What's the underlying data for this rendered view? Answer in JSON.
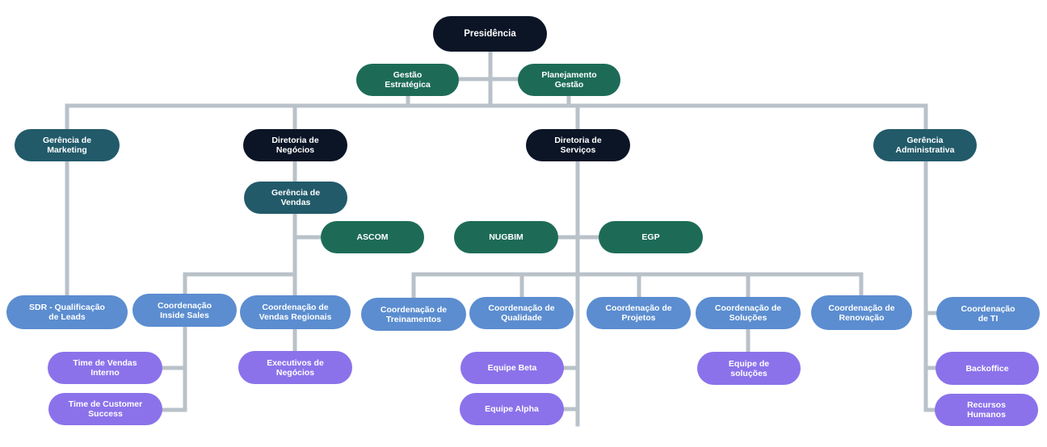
{
  "colors": {
    "connector": "#b9c1c9",
    "navy": "#0b1526",
    "green": "#1d6b57",
    "teal": "#225a6a",
    "blue": "#5b8dd0",
    "purple": "#8b72ea"
  },
  "nodes": {
    "presidencia": "Presidência",
    "gestao_estrategica": "Gestão\nEstratégica",
    "planejamento_gestao": "Planejamento\nGestão",
    "gerencia_marketing": "Gerência de\nMarketing",
    "diretoria_negocios": "Diretoria de\nNegócios",
    "diretoria_servicos": "Diretoria de\nServiços",
    "gerencia_administrativa": "Gerência\nAdministrativa",
    "gerencia_vendas": "Gerência de\nVendas",
    "ascom": "ASCOM",
    "nugbim": "NUGBIM",
    "egp": "EGP",
    "sdr": "SDR - Qualificação\nde Leads",
    "coord_inside_sales": "Coordenação\nInside Sales",
    "coord_vendas_regionais": "Coordenação de\nVendas Regionais",
    "coord_treinamentos": "Coordenação de\nTreinamentos",
    "coord_qualidade": "Coordenação de\nQualidade",
    "coord_projetos": "Coordenação de\nProjetos",
    "coord_solucoes": "Coordenação de\nSoluções",
    "coord_renovacao": "Coordenação de\nRenovação",
    "coord_ti": "Coordenação\nde TI",
    "time_vendas_interno": "Time de Vendas\nInterno",
    "time_customer_success": "Time de Customer\nSuccess",
    "executivos_negocios": "Executivos de\nNegócios",
    "equipe_beta": "Equipe Beta",
    "equipe_alpha": "Equipe Alpha",
    "equipe_solucoes": "Equipe de\nsoluções",
    "backoffice": "Backoffice",
    "recursos_humanos": "Recursos\nHumanos"
  }
}
